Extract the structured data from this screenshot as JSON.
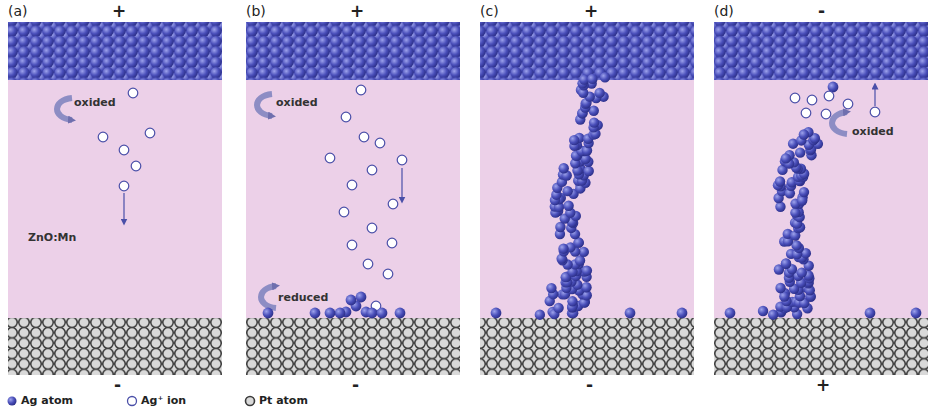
{
  "diagram": {
    "labels": [
      "(a)",
      "+",
      "oxided",
      "ZnO:Mn",
      "-",
      "(b)",
      "+",
      "oxided",
      "reduced",
      "-",
      "(c)",
      "+",
      "-",
      "(d)",
      "-",
      "oxided",
      "+"
    ],
    "legend": [
      {
        "text": "Ag atom"
      },
      {
        "text": "Ag⁺ ion"
      },
      {
        "text": "Pt atom"
      }
    ]
  }
}
